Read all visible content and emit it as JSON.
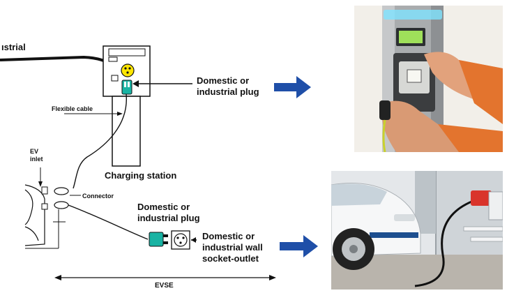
{
  "diagram": {
    "labels": {
      "industrial_cut": "ıstrial",
      "domestic_plug_top": "Domestic or\nindustrial plug",
      "flexible_cable": "Flexible cable",
      "charging_station": "Charging station",
      "ev_inlet": "EV\ninlet",
      "connector": "Connector",
      "domestic_plug_bottom": "Domestic or\nindustrial plug",
      "socket_outlet": "Domestic or\nindustrial wall\nsocket-outlet",
      "evse": "EVSE"
    },
    "colors": {
      "arrow_blue": "#1f4fa8",
      "socket_yellow": "#ffe600",
      "plug_teal": "#19b3a3",
      "line": "#111111"
    },
    "photos": [
      {
        "name": "charging-post-photo",
        "description_icon": "charging-post-photo"
      },
      {
        "name": "car-charging-photo",
        "description_icon": "car-charging-photo"
      }
    ]
  }
}
